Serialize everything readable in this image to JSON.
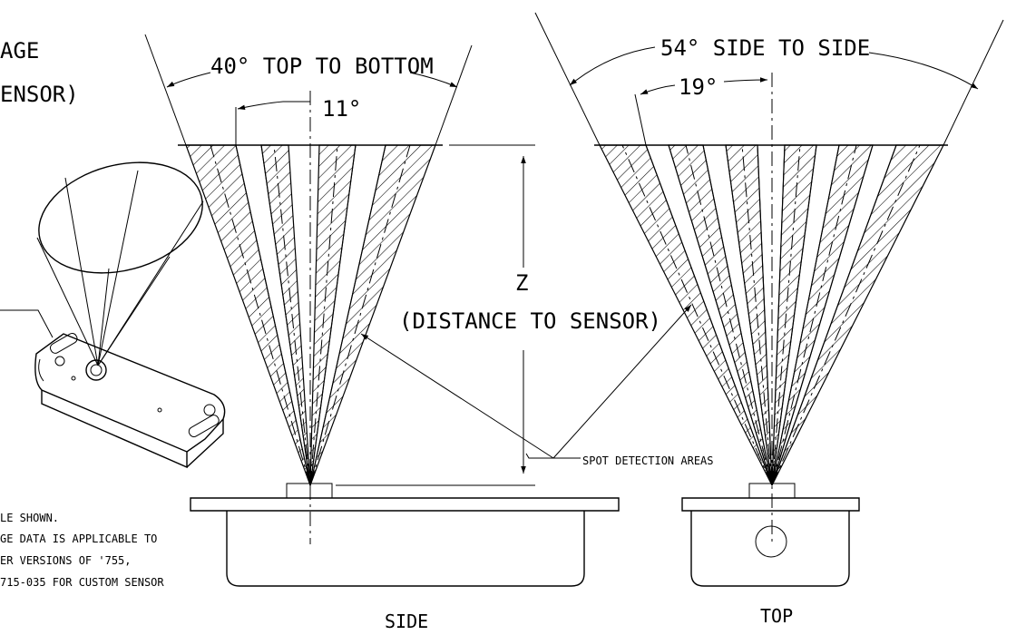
{
  "labels": {
    "partial_top_1": "AGE",
    "partial_top_2": "ENSOR)",
    "side_angle": "40° TOP TO BOTTOM",
    "side_spot": "11°",
    "top_angle": "54° SIDE TO SIDE",
    "top_spot": "19°",
    "z_letter": "Z",
    "z_desc": "(DISTANCE TO SENSOR)",
    "spot_areas": "SPOT DETECTION AREAS",
    "side_view": "SIDE",
    "top_view": "TOP"
  },
  "note_lines": [
    "LE SHOWN.",
    "GE DATA IS APPLICABLE TO",
    "ER VERSIONS OF '755,",
    "715-035 FOR CUSTOM SENSOR"
  ]
}
